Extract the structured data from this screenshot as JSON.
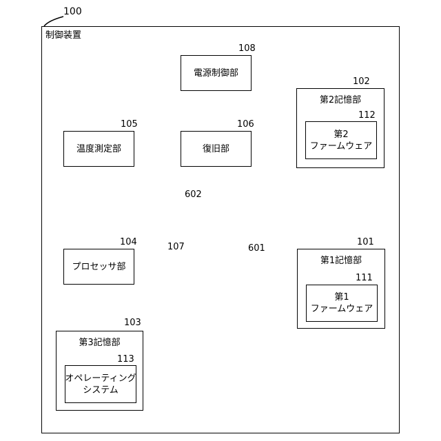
{
  "figure_ref": "100",
  "outer_label": "制御装置",
  "blocks": {
    "power": {
      "ref": "108",
      "label": "電源制御部"
    },
    "storage2": {
      "ref": "102",
      "label": "第2記憶部",
      "inner": {
        "ref": "112",
        "line1": "第2",
        "line2": "ファームウェア"
      }
    },
    "temp": {
      "ref": "105",
      "label": "温度測定部"
    },
    "recovery": {
      "ref": "106",
      "label": "復旧部"
    },
    "processor": {
      "ref": "104",
      "label": "プロセッサ部"
    },
    "storage1": {
      "ref": "101",
      "label": "第1記憶部",
      "inner": {
        "ref": "111",
        "line1": "第1",
        "line2": "ファームウェア"
      }
    },
    "storage3": {
      "ref": "103",
      "label": "第3記憶部",
      "inner": {
        "ref": "113",
        "line1": "オペレーティング",
        "line2": "システム"
      }
    }
  },
  "connections": {
    "bus602": "602",
    "bus601": "601",
    "switch": "107"
  }
}
